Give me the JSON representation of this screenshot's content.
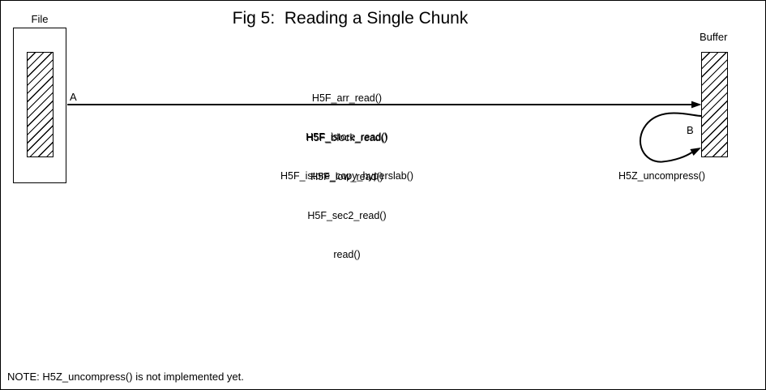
{
  "figure": {
    "title": "Fig 5:  Reading a Single Chunk",
    "note": "NOTE: H5Z_uncompress() is not implemented yet."
  },
  "file": {
    "label": "File"
  },
  "buffer": {
    "label": "Buffer"
  },
  "read_path": {
    "endpoint_a_label": "A",
    "calls_above_arrow": [
      "H5F_arr_read()",
      "H5F_istore_read()",
      "H5F_istore_copy_hyperslab()"
    ],
    "calls_below_arrow": [
      "H5F_block_read()",
      "H5F_low_read()",
      "H5F_sec2_read()",
      "read()"
    ]
  },
  "uncompress_loop": {
    "endpoint_b_label": "B",
    "label": "H5Z_uncompress()"
  },
  "colors": {
    "ink": "#000000",
    "background": "#ffffff"
  }
}
